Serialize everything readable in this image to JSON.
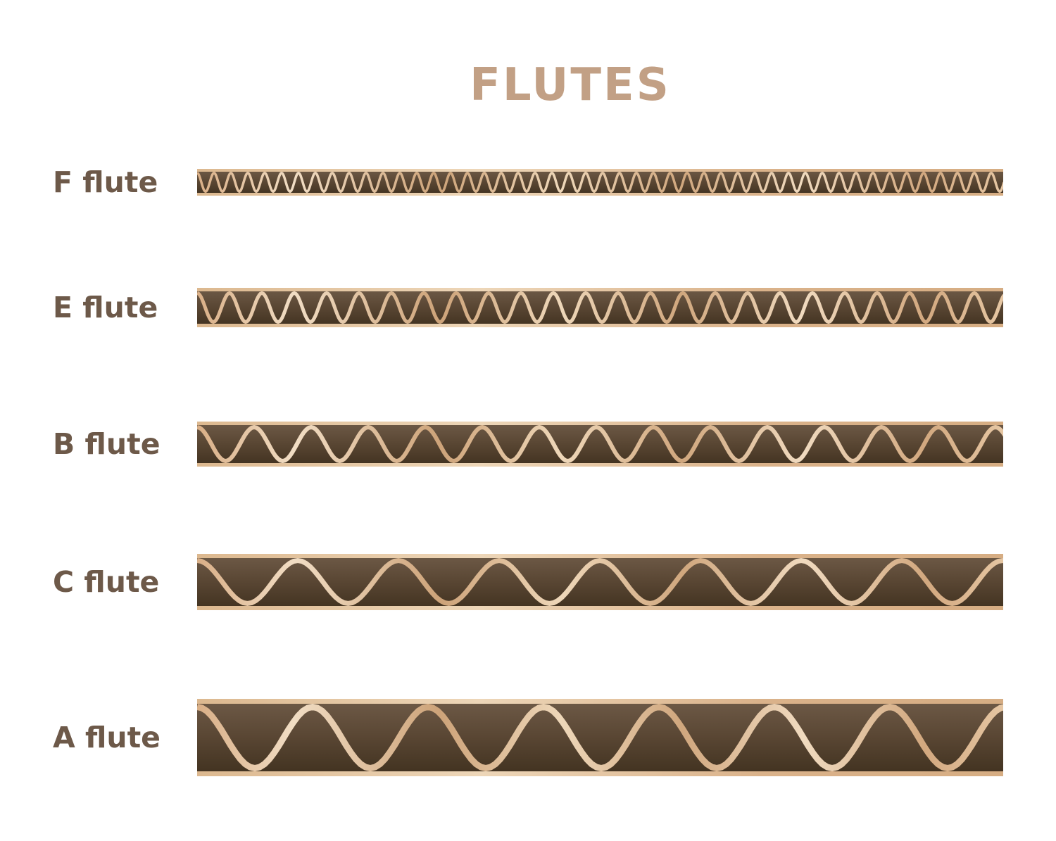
{
  "title": "FLUTES",
  "strip_width": 1145,
  "colors": {
    "title": "#c2a085",
    "label": "#6d5949",
    "board_top": "#6f5b48",
    "board_bottom": "#40311f",
    "liner_light": "#edd6b8",
    "liner_dark": "#d6ad83",
    "wave_light": "#f1ddc4",
    "wave_dark": "#cda379",
    "background": "#ffffff"
  },
  "flutes": [
    {
      "name": "F flute",
      "height": 38,
      "period": 24,
      "stroke": 3.5,
      "liner": 4
    },
    {
      "name": "E flute",
      "height": 56,
      "period": 46,
      "stroke": 5,
      "liner": 5
    },
    {
      "name": "B flute",
      "height": 64,
      "period": 81,
      "stroke": 6,
      "liner": 5
    },
    {
      "name": "C flute",
      "height": 80,
      "period": 143,
      "stroke": 7,
      "liner": 6
    },
    {
      "name": "A flute",
      "height": 110,
      "period": 164,
      "stroke": 9,
      "liner": 7
    }
  ],
  "row_centers": [
    259,
    437,
    631,
    827,
    1048
  ]
}
